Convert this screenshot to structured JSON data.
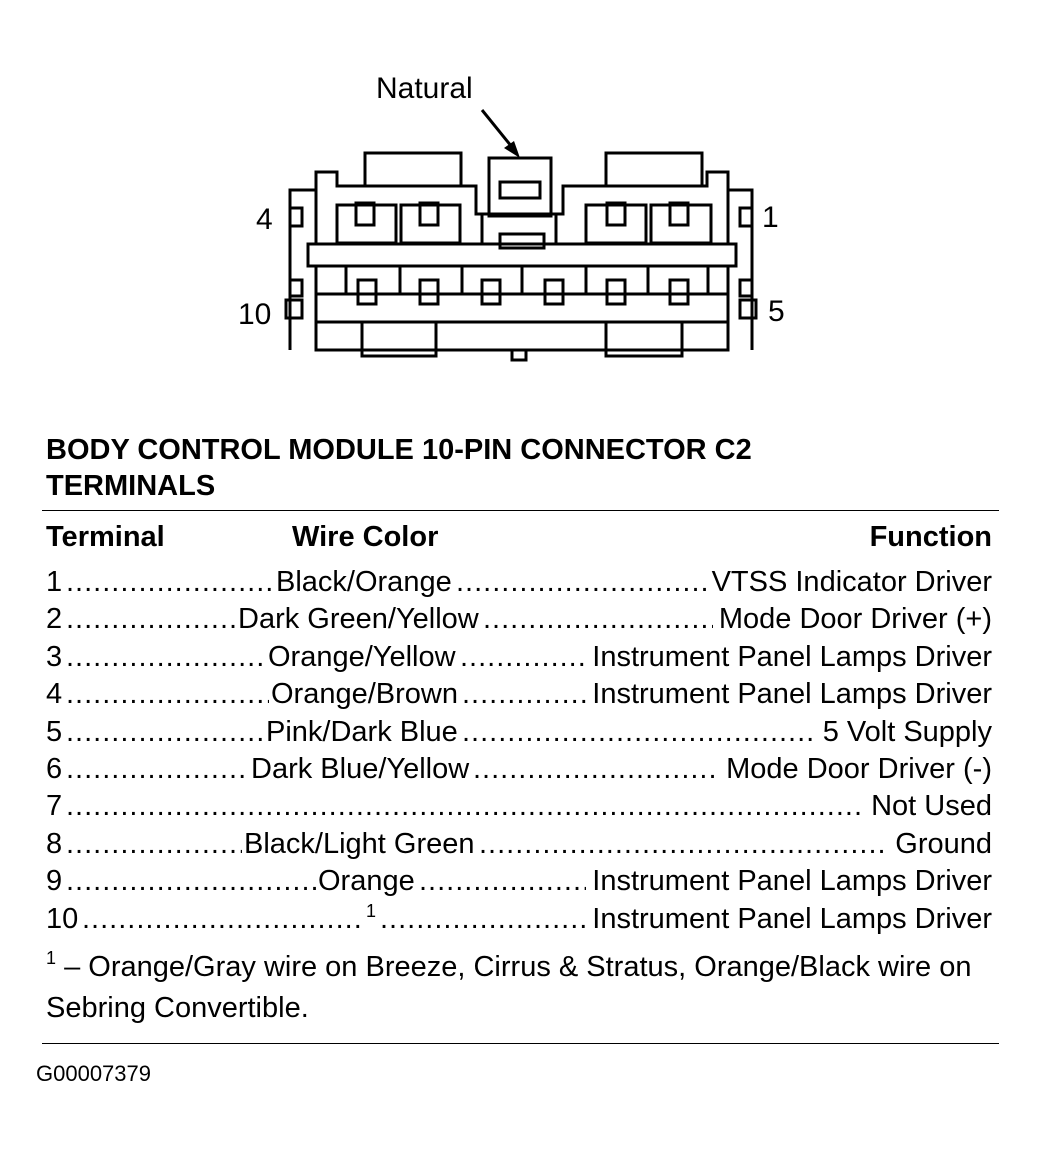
{
  "diagram": {
    "callout_label": "Natural",
    "pin_labels": {
      "top_left": "4",
      "top_right": "1",
      "bottom_left": "10",
      "bottom_right": "5"
    }
  },
  "title": {
    "line1": "BODY CONTROL MODULE 10-PIN CONNECTOR C2",
    "line2": "TERMINALS"
  },
  "table": {
    "headers": {
      "terminal": "Terminal",
      "wire_color": "Wire Color",
      "function": "Function"
    },
    "rows": [
      {
        "terminal": "1",
        "wire_color": "Black/Orange",
        "function": "VTSS Indicator Driver"
      },
      {
        "terminal": "2",
        "wire_color": "Dark Green/Yellow",
        "function": "Mode Door Driver (+)"
      },
      {
        "terminal": "3",
        "wire_color": "Orange/Yellow",
        "function": "Instrument Panel Lamps Driver"
      },
      {
        "terminal": "4",
        "wire_color": "Orange/Brown",
        "function": "Instrument Panel Lamps Driver"
      },
      {
        "terminal": "5",
        "wire_color": "Pink/Dark Blue",
        "function": "5 Volt Supply"
      },
      {
        "terminal": "6",
        "wire_color": "Dark Blue/Yellow",
        "function": "Mode Door Driver (-)"
      },
      {
        "terminal": "7",
        "wire_color": "",
        "function": "Not Used"
      },
      {
        "terminal": "8",
        "wire_color": "Black/Light Green",
        "function": "Ground"
      },
      {
        "terminal": "9",
        "wire_color": "Orange",
        "function": "Instrument Panel Lamps Driver"
      },
      {
        "terminal": "10",
        "wire_color": "1",
        "function": "Instrument Panel Lamps Driver"
      }
    ]
  },
  "footnote": {
    "marker": "1",
    "text": "– Orange/Gray wire on Breeze, Cirrus & Stratus, Orange/Black wire on Sebring Convertible."
  },
  "figure_code": "G00007379"
}
